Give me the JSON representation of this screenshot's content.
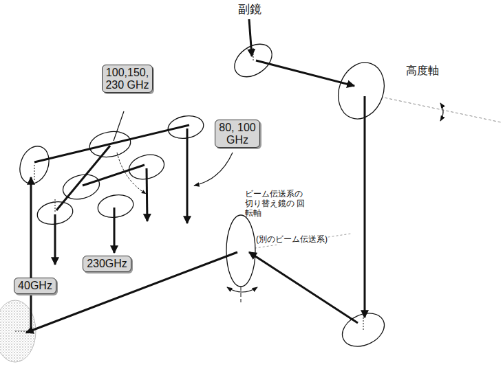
{
  "diagram": {
    "nodes": [
      {
        "text": [
          "100,150, 230 GHz"
        ]
      },
      {
        "text": [
          "80, 100 GHz"
        ]
      },
      {
        "text": [
          "230GHz"
        ]
      },
      {
        "text": [
          "40GHz"
        ]
      }
    ],
    "labels": [
      "副鏡",
      "高度軸",
      "ビーム伝送系の 切り替え鏡の 回転軸",
      "(別のビーム伝送系)"
    ]
  }
}
